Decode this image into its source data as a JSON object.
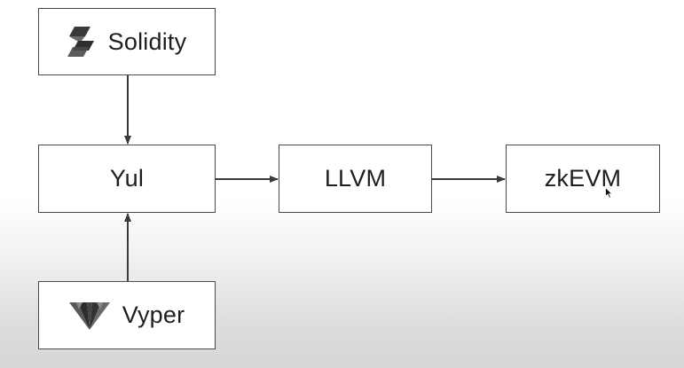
{
  "diagram": {
    "nodes": {
      "solidity": {
        "label": "Solidity",
        "logo_icon": "solidity-logo-icon"
      },
      "yul": {
        "label": "Yul"
      },
      "llvm": {
        "label": "LLVM"
      },
      "zkevm": {
        "label": "zkEVM"
      },
      "vyper": {
        "label": "Vyper",
        "logo_icon": "vyper-logo-icon"
      }
    },
    "edges": [
      {
        "from": "solidity",
        "to": "yul"
      },
      {
        "from": "vyper",
        "to": "yul"
      },
      {
        "from": "yul",
        "to": "llvm"
      },
      {
        "from": "llvm",
        "to": "zkevm"
      }
    ],
    "colors": {
      "node_border": "#4a4a4a",
      "edge": "#3a3a3a",
      "text": "#1e1e1e"
    }
  }
}
